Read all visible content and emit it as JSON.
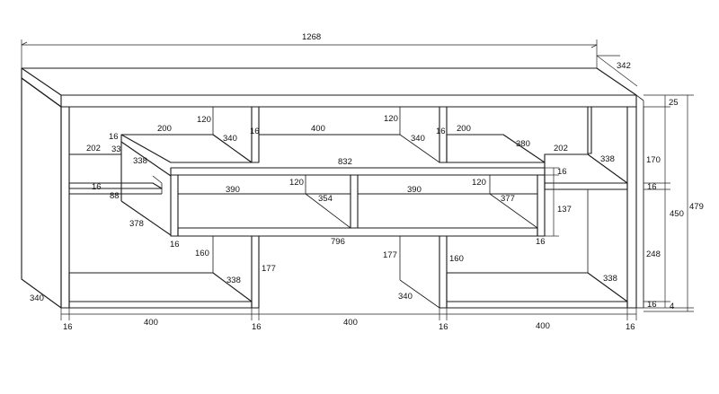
{
  "labels": {
    "overall_width": "1268",
    "overall_depth": "342",
    "top_thickness_right": "25",
    "overall_height": "479",
    "inner_height": "450",
    "upper_gap_right": "170",
    "right_shelf_thickness": "16",
    "lower_gap_right": "248",
    "bottom_shelf_thickness": "16",
    "plinth": "4",
    "left_side_depth": "340",
    "compartment_left_width": "400",
    "compartment_mid_width": "400",
    "compartment_right_width": "400",
    "panel_left": "16",
    "panel_mid_left": "16",
    "panel_mid_right": "16",
    "panel_right": "16",
    "upper_left_shelf_width": "200",
    "upper_left_div_height": "120",
    "upper_left_div_depth": "340",
    "upper_left_div_thickness": "16",
    "upper_left_shelf_thickness": "16",
    "upper_left_offset": "33",
    "upper_left_shelf_depth": "338",
    "left_side_shelf_width": "202",
    "left_side_shelf_thickness": "16",
    "left_side_gap": "88",
    "left_side_shelf_depth": "378",
    "center_top_width": "400",
    "center_top_div_height": "120",
    "center_top_div_depth": "340",
    "center_top_div_thickness": "16",
    "upper_right_shelf_width": "200",
    "upper_right_shelf_depth": "380",
    "right_side_shelf_width": "202",
    "right_side_shelf_depth": "338",
    "box_top_width": "832",
    "box_top_thickness": "16",
    "box_left_inner_width": "390",
    "box_left_div_height": "120",
    "box_left_div_depth": "354",
    "box_right_inner_width": "390",
    "box_right_div_height": "120",
    "box_right_div_depth": "377",
    "box_height": "137",
    "box_bottom_width": "796",
    "box_left_thickness": "16",
    "box_right_thickness": "16",
    "lower_left_height": "160",
    "lower_left_depth": "338",
    "lower_mid_height": "177",
    "lower_mid_height_b": "177",
    "lower_mid_depth": "340",
    "lower_right_height": "160",
    "lower_right_depth": "338"
  }
}
